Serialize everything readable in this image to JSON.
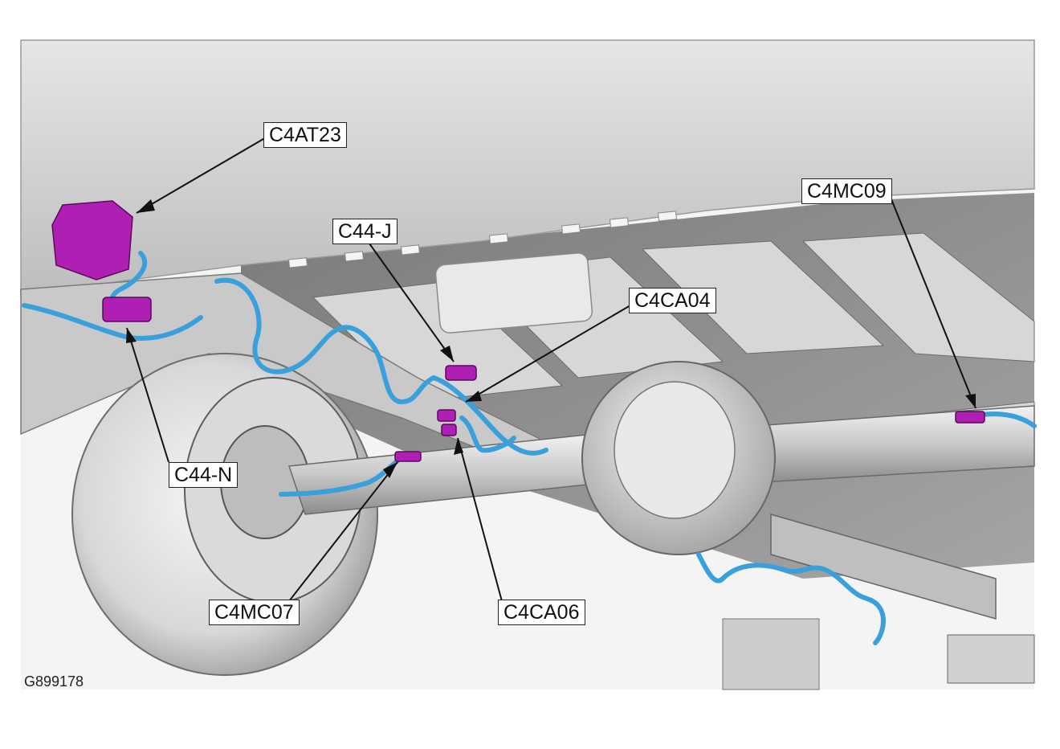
{
  "figure_id": "G899178",
  "callouts": {
    "c4at23": "C4AT23",
    "c44j": "C44-J",
    "c4ca04": "C4CA04",
    "c4mc09": "C4MC09",
    "c44n": "C44-N",
    "c4mc07": "C4MC07",
    "c4ca06": "C4CA06"
  },
  "colors": {
    "connector": "#b01fb4",
    "harness": "#3aa0dc",
    "metal_light": "#d9d9d9",
    "metal_dark": "#8a8a8a",
    "background": "#ffffff"
  }
}
